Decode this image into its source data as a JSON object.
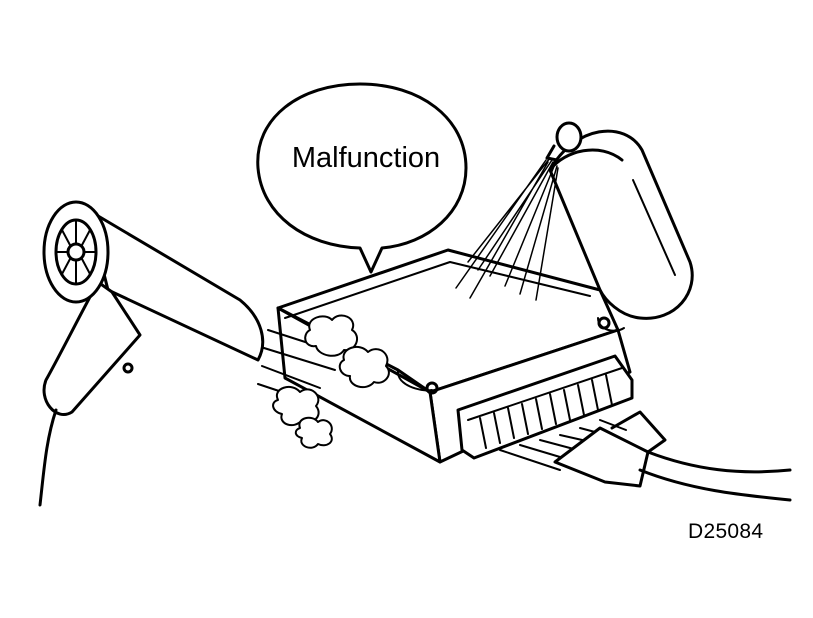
{
  "diagram": {
    "callout_text": "Malfunction",
    "figure_id": "D25084",
    "line_color": "#000000",
    "background_color": "#ffffff",
    "parts": [
      "hair-dryer-icon",
      "ecu-box",
      "wire-harness-connector",
      "spray-can-icon",
      "speech-bubble"
    ]
  }
}
